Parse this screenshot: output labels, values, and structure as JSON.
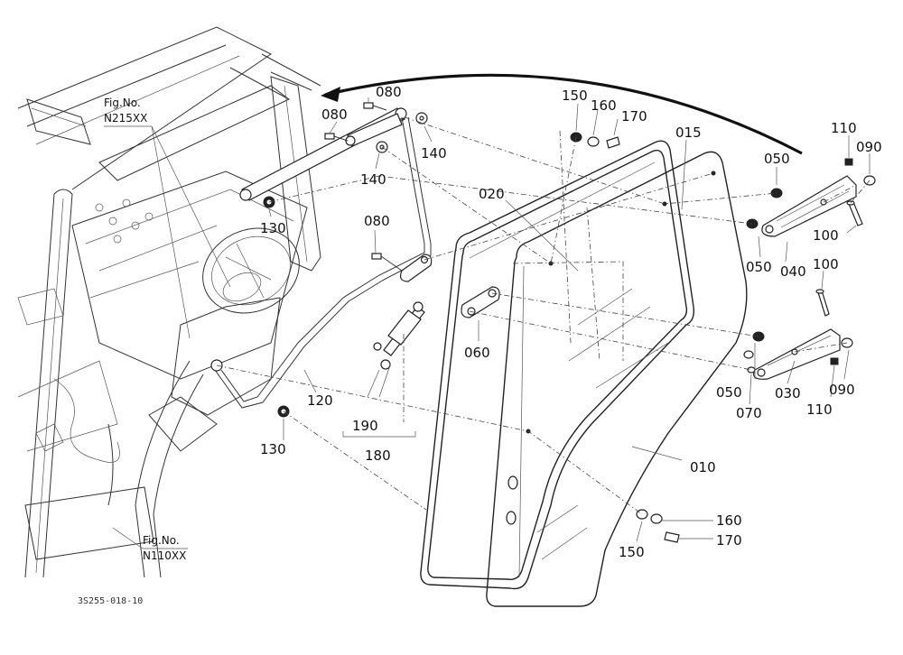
{
  "drawing_code": "3S255-018-10",
  "references": [
    {
      "fig": "Fig.No.",
      "no": "N215XX"
    },
    {
      "fig": "Fig.No.",
      "no": "N110XX"
    }
  ],
  "callouts": {
    "c080a": "080",
    "c080b": "080",
    "c080c": "080",
    "c140a": "140",
    "c140b": "140",
    "c130a": "130",
    "c130b": "130",
    "c120": "120",
    "c190": "190",
    "c180": "180",
    "c060": "060",
    "c020": "020",
    "c150a": "150",
    "c160a": "160",
    "c170a": "170",
    "c015": "015",
    "c010": "010",
    "c150b": "150",
    "c160b": "160",
    "c170b": "170",
    "c050a": "050",
    "c050b": "050",
    "c050c": "050",
    "c040": "040",
    "c110a": "110",
    "c110b": "110",
    "c090a": "090",
    "c090b": "090",
    "c100a": "100",
    "c100b": "100",
    "c030": "030",
    "c070": "070"
  }
}
